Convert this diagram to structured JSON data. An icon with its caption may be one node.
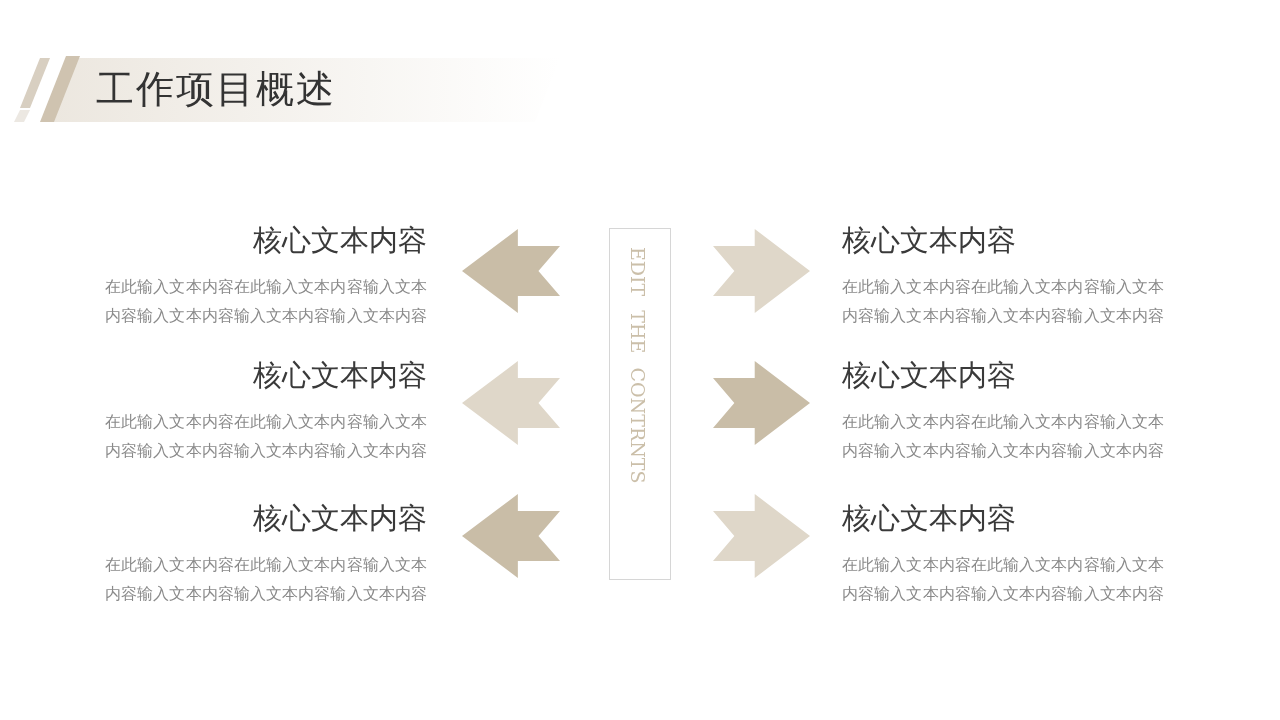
{
  "diagram": {
    "title": "工作项目概述",
    "nodes": [
      {
        "text": [
          "核心文本内容",
          "在此输入文本内容在此输入文本内容输入文本内容输入文本内容输入文本内容输入文本内容"
        ]
      },
      {
        "text": [
          "EDIT THE CONTRNTS"
        ]
      },
      {
        "text": [
          "核心文本内容",
          "在此输入文本内容在此输入文本内容输入文本内容输入文本内容输入文本内容输入文本内容"
        ]
      },
      {
        "text": [
          "核心文本内容",
          "在此输入文本内容在此输入文本内容输入文本内容输入文本内容输入文本内容输入文本内容"
        ]
      },
      {
        "text": [
          "核心文本内容",
          "在此输入文本内容在此输入文本内容输入文本内容输入文本内容输入文本内容输入文本内容"
        ]
      },
      {
        "text": [
          "核心文本内容",
          "在此输入文本内容在此输入文本内容输入文本内容输入文本内容输入文本内容输入文本内容"
        ]
      },
      {
        "text": [
          "核心文本内容",
          "在此输入文本内容在此输入文本内容输入文本内容输入文本内容输入文本内容输入文本内容"
        ]
      }
    ],
    "edges": [
      {
        "from": 1,
        "to": 0,
        "arrow": "to",
        "color": "#c9bda7"
      },
      {
        "from": 1,
        "to": 2,
        "arrow": "to"
      },
      {
        "from": 1,
        "to": 3,
        "arrow": "to"
      },
      {
        "from": 1,
        "to": 4,
        "arrow": "to",
        "color": "#c9bda7"
      },
      {
        "from": 1,
        "to": 5,
        "arrow": "to",
        "color": "#c9bda7"
      },
      {
        "from": 1,
        "to": 6,
        "arrow": "to"
      }
    ]
  }
}
